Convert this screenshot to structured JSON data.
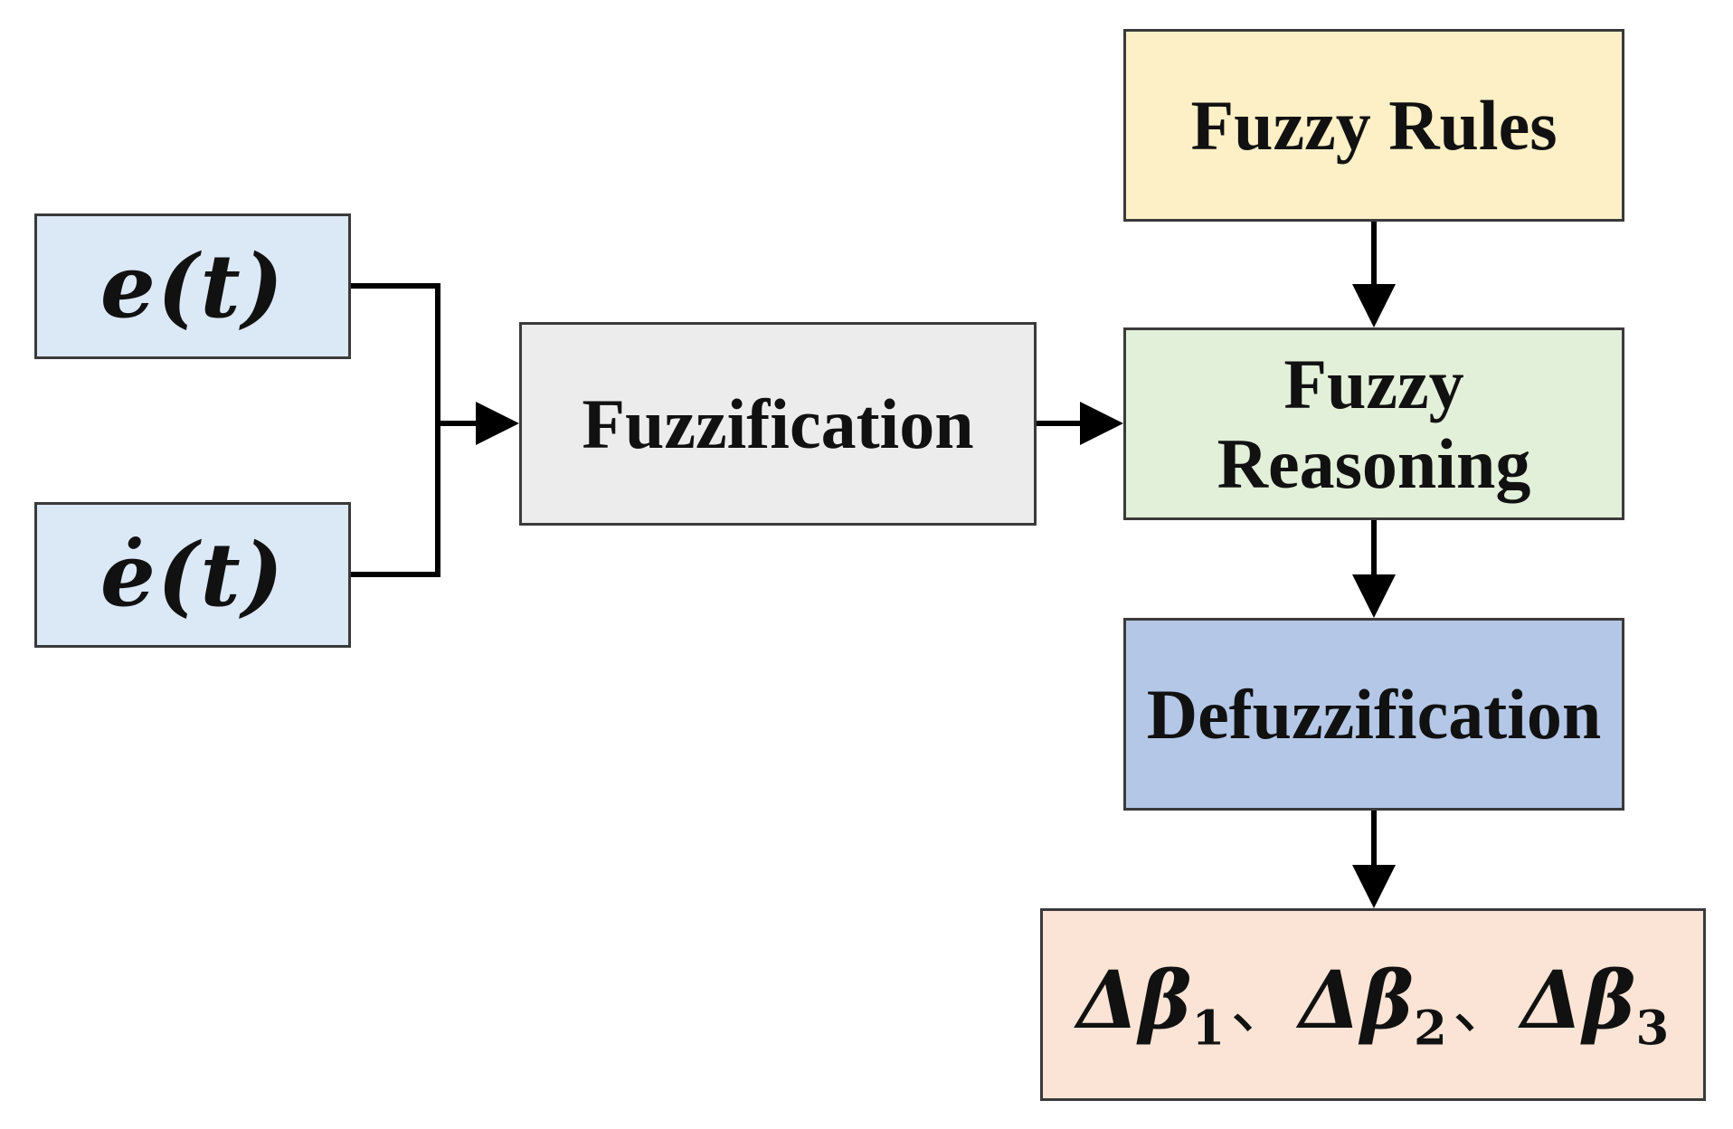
{
  "nodes": {
    "error": {
      "label": "e(t)",
      "color": "#dbe8f6"
    },
    "error_derivative": {
      "label": "ė(t)",
      "color": "#dbe8f6"
    },
    "fuzzification": {
      "label": "Fuzzification",
      "color": "#ececec"
    },
    "fuzzy_rules": {
      "label": "Fuzzy Rules",
      "color": "#fdefc6"
    },
    "fuzzy_reasoning": {
      "line1": "Fuzzy",
      "line2": "Reasoning",
      "color": "#e2efd9"
    },
    "defuzzification": {
      "label": "Defuzzification",
      "color": "#b4c7e7"
    },
    "output": {
      "symbol": "Δβ",
      "subscripts": [
        "1",
        "2",
        "3"
      ],
      "separator": "、",
      "color": "#fbe4d5"
    }
  },
  "edges": [
    {
      "from": "error",
      "to": "fuzzification"
    },
    {
      "from": "error_derivative",
      "to": "fuzzification"
    },
    {
      "from": "fuzzification",
      "to": "fuzzy_reasoning"
    },
    {
      "from": "fuzzy_rules",
      "to": "fuzzy_reasoning"
    },
    {
      "from": "fuzzy_reasoning",
      "to": "defuzzification"
    },
    {
      "from": "defuzzification",
      "to": "output"
    }
  ]
}
